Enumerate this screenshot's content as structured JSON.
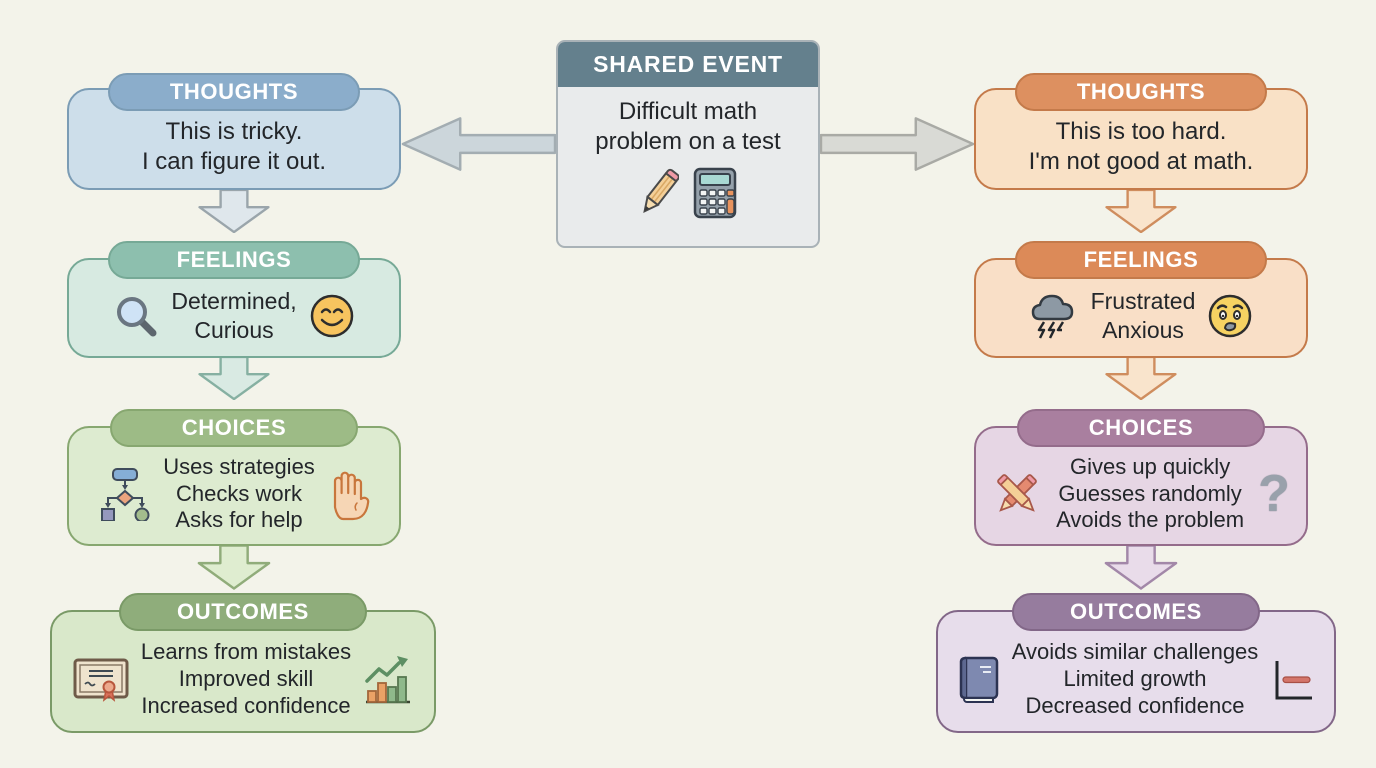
{
  "center": {
    "title": "SHARED EVENT",
    "line1": "Difficult math",
    "line2": "problem on a test",
    "icons": [
      "pencil-icon",
      "calculator-icon"
    ]
  },
  "left": {
    "thoughts": {
      "title": "THOUGHTS",
      "line1": "This is tricky.",
      "line2": "I can figure it out."
    },
    "feelings": {
      "title": "FEELINGS",
      "line1": "Determined,",
      "line2": "Curious",
      "icons": [
        "magnifier-icon",
        "smiley-face-icon"
      ]
    },
    "choices": {
      "title": "CHOICES",
      "line1": "Uses strategies",
      "line2": "Checks work",
      "line3": "Asks for help",
      "icons": [
        "flowchart-icon",
        "raised-hand-icon"
      ]
    },
    "outcomes": {
      "title": "OUTCOMES",
      "line1": "Learns from mistakes",
      "line2": "Improved skill",
      "line3": "Increased confidence",
      "icons": [
        "certificate-icon",
        "growth-chart-icon"
      ]
    }
  },
  "right": {
    "thoughts": {
      "title": "THOUGHTS",
      "line1": "This is too hard.",
      "line2": "I'm not good at math."
    },
    "feelings": {
      "title": "FEELINGS",
      "line1": "Frustrated",
      "line2": "Anxious",
      "icons": [
        "storm-cloud-icon",
        "anxious-face-icon"
      ]
    },
    "choices": {
      "title": "CHOICES",
      "line1": "Gives up quickly",
      "line2": "Guesses randomly",
      "line3": "Avoids the problem",
      "question_glyph": "?",
      "icons": [
        "crossed-pencils-icon",
        "question-mark-icon"
      ]
    },
    "outcomes": {
      "title": "OUTCOMES",
      "line1": "Avoids similar challenges",
      "line2": "Limited growth",
      "line3": "Decreased confidence",
      "icons": [
        "book-icon",
        "flat-line-chart-icon"
      ]
    }
  },
  "colors": {
    "background": "#f3f3ea",
    "center_header": "#64808d",
    "center_body": "#e9ebec",
    "left_thoughts_header": "#8badcb",
    "left_thoughts_body": "#cddeea",
    "left_feelings_header": "#8dbfae",
    "left_feelings_body": "#d7eae1",
    "left_choices_header": "#9dbb86",
    "left_choices_body": "#ddebd0",
    "left_outcomes_header": "#8fad7b",
    "left_outcomes_body": "#d9e8ca",
    "right_thoughts_header": "#dd9060",
    "right_thoughts_body": "#f9e1c6",
    "right_feelings_header": "#dc8a58",
    "right_feelings_body": "#f9dfc7",
    "right_choices_header": "#a97f9f",
    "right_choices_body": "#e6d6e4",
    "right_outcomes_header": "#967c9e",
    "right_outcomes_body": "#e7ddeb",
    "left_h_arrow": "#ccd6db",
    "right_h_arrow": "#d9dad5"
  }
}
